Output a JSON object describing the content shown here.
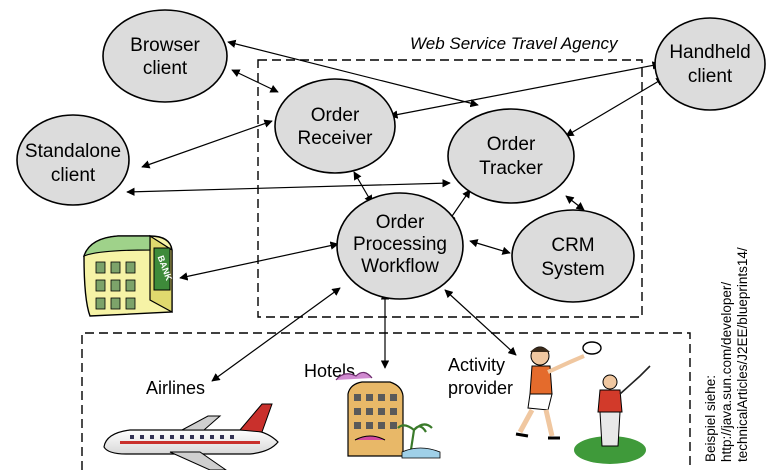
{
  "diagram": {
    "agency_title": "Web Service Travel Agency",
    "nodes": {
      "browser": {
        "line1": "Browser",
        "line2": "client"
      },
      "handheld": {
        "line1": "Handheld",
        "line2": "client"
      },
      "standalone": {
        "line1": "Standalone",
        "line2": "client"
      },
      "receiver": {
        "line1": "Order",
        "line2": "Receiver"
      },
      "tracker": {
        "line1": "Order",
        "line2": "Tracker"
      },
      "workflow": {
        "line1": "Order",
        "line2": "Processing",
        "line3": "Workflow"
      },
      "crm": {
        "line1": "CRM",
        "line2": "System"
      }
    },
    "partners": {
      "airlines": "Airlines",
      "hotels": "Hotels",
      "activity_line1": "Activity",
      "activity_line2": "provider"
    },
    "bank_sign": "BANK",
    "source_note": {
      "line1": "Beispiel siehe:",
      "line2": "http://java.sun.com/developer/",
      "line3": "technicalArticles/J2EE/blueprints14/"
    }
  }
}
